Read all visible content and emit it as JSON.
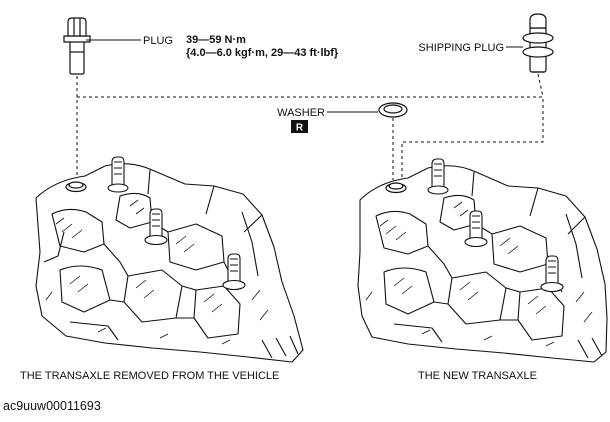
{
  "plug": {
    "label": "PLUG",
    "torque_line1": "39—59 N·m",
    "torque_line2": "{4.0—6.0 kgf·m, 29—43 ft·lbf}"
  },
  "shipping_plug": {
    "label": "SHIPPING PLUG"
  },
  "washer": {
    "label": "WASHER",
    "badge": "R"
  },
  "captions": {
    "left": "THE TRANSAXLE REMOVED FROM THE VEHICLE",
    "right": "THE NEW TRANSAXLE"
  },
  "figure_id": "ac9uuw00011693",
  "icons": {
    "plug": "bolt-icon",
    "shipping_plug": "shipping-plug-icon",
    "washer": "washer-ring-icon",
    "replace_badge": "replace-badge-icon"
  }
}
